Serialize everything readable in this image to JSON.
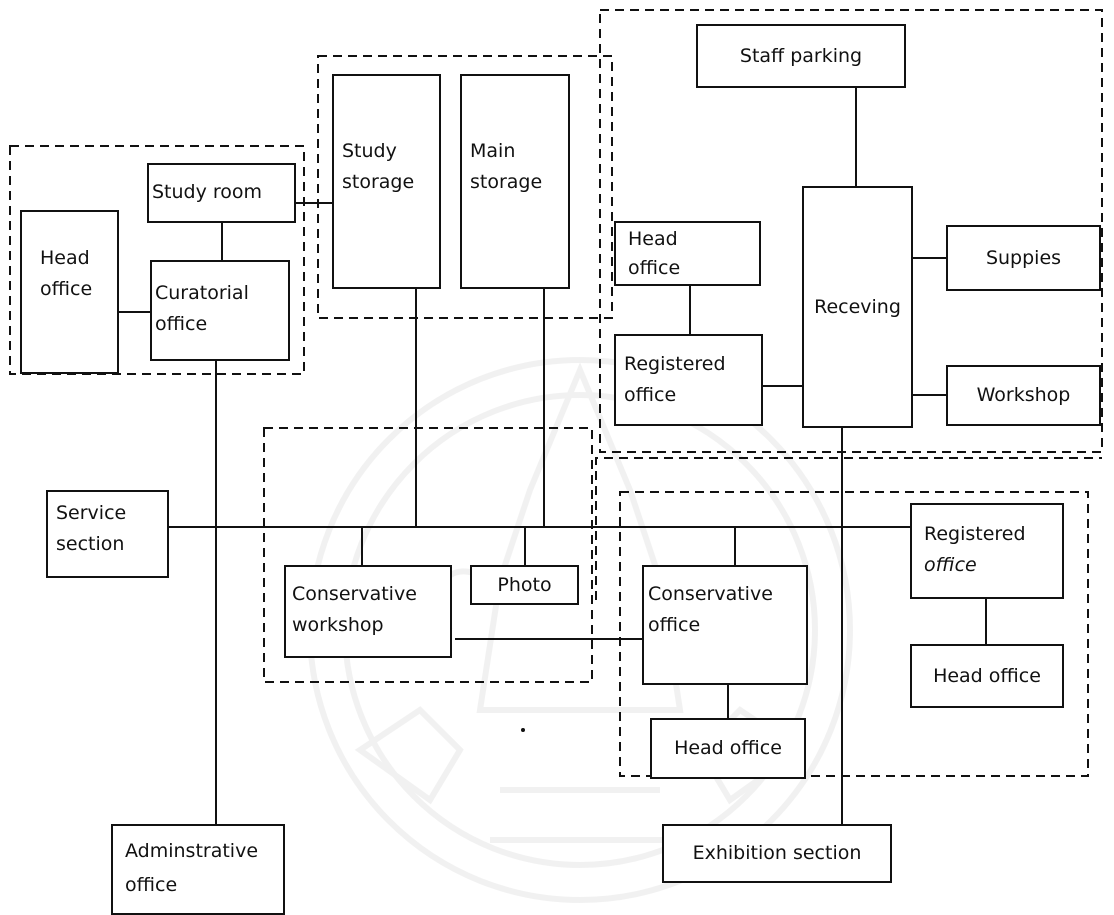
{
  "colors": {
    "ink": "#111111",
    "watermark": "#8a8a8a"
  },
  "watermark": {
    "icon": "university-seal-watermark"
  },
  "nodes": {
    "staff_parking": "Staff parking",
    "study_room": "Study room",
    "study_storage": {
      "line1": "Study",
      "line2": "storage"
    },
    "main_storage": {
      "line1": "Main",
      "line2": "storage"
    },
    "head_office_left": {
      "line1": "Head",
      "line2": "office"
    },
    "curatorial_office": {
      "line1": "Curatorial",
      "line2": "office"
    },
    "head_office_top_right": {
      "line1": "Head",
      "line2": "office"
    },
    "receving": "Receving",
    "suppies": "Suppies",
    "workshop": "Workshop",
    "registered_office_top": {
      "line1": "Registered",
      "line2": "office"
    },
    "service_section": {
      "line1": "Service",
      "line2": "section"
    },
    "conservative_workshop": {
      "line1": "Conservative",
      "line2": "workshop"
    },
    "photo": "Photo",
    "conservative_office": {
      "line1": "Conservative",
      "line2": "office"
    },
    "registered_office_right": {
      "line1": "Registered",
      "line2": "office"
    },
    "head_office_right": "Head office",
    "head_office_center": "Head office",
    "adminstrative_office": {
      "line1": "Adminstrative",
      "line2": "office"
    },
    "exhibition_section": "Exhibition section"
  }
}
